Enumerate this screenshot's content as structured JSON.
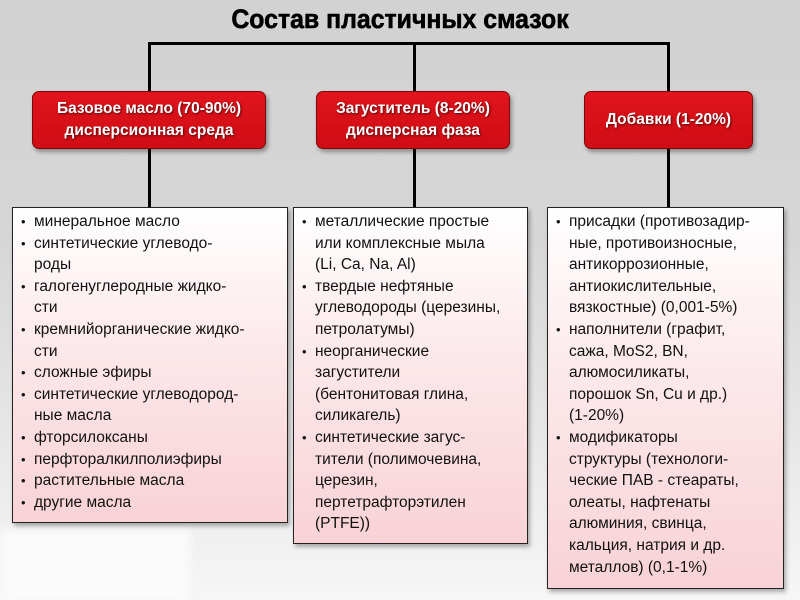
{
  "title": "Состав пластичных смазок",
  "columns": [
    {
      "header": [
        "Базовое масло (70-90%)",
        "дисперсионная среда"
      ],
      "items": [
        "минеральное масло",
        "синтетические углеводо-\nроды",
        "галогенуглеродные жидко-\nсти",
        "кремнийорганические жидко-\nсти",
        "сложные эфиры",
        "синтетические углеводород-\nные масла",
        "фторсилоксаны",
        "перфторалкилполиэфиры",
        "растительные масла",
        "другие масла"
      ]
    },
    {
      "header": [
        "Загуститель (8-20%)",
        "дисперсная фаза"
      ],
      "items": [
        "металлические простые\nили комплексные мыла\n(Li, Ca, Na, Al)",
        "твердые нефтяные\nуглеводороды (церезины,\nпетролатумы)",
        "неорганические\nзагустители\n(бентонитовая глина,\nсиликагель)",
        "синтетические загус-\nтители (полимочевина,\nцерезин,\nпертетрафторэтилен\n(PTFE))"
      ]
    },
    {
      "header": [
        "Добавки (1-20%)"
      ],
      "items": [
        "присадки (противозадир-\nные, противоизносные,\nантикоррозионные,\nантиокислительные,\nвязкостные) (0,001-5%)",
        "наполнители (графит,\nсажа, MoS2, BN,\nалюмосиликаты,\nпорошок Sn, Cu и др.)\n(1-20%)",
        "модификаторы\nструктуры (технологи-\nческие ПАВ - стеараты,\nолеаты, нафтенаты\nалюминия, свинца,\nкальция, натрия и др.\nметаллов) (0,1-1%)"
      ]
    }
  ],
  "bullet_char": "•",
  "colors": {
    "header_red": "#d8101a",
    "connector": "#000000",
    "list_bg_top": "#ffffff",
    "list_bg_bottom": "#f8d2d6",
    "background": "#d2d2d2"
  }
}
